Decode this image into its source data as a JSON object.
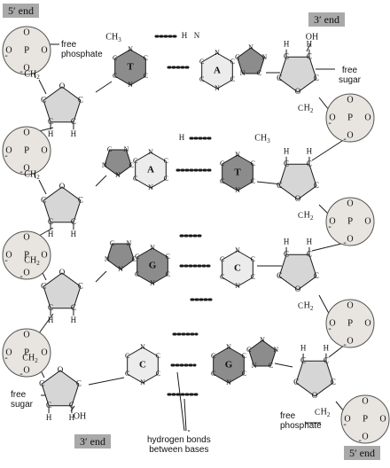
{
  "ends": {
    "top_left": "5′ end",
    "top_right": "3′ end",
    "bottom_left": "3′ end",
    "bottom_right": "5′ end"
  },
  "callouts": {
    "free_phosphate_top": "free\nphosphate",
    "free_sugar_top": "free\nsugar",
    "free_sugar_bottom": "free\nsugar",
    "free_phosphate_bottom": "free\nphosphate",
    "hydrogen_bonds": "hydrogen bonds\nbetween bases"
  },
  "atoms": {
    "P": "P",
    "O": "O",
    "H": "H",
    "N": "N",
    "C": "C",
    "CH2": "CH2",
    "CH3": "CH3",
    "OH": "OH",
    "minus": "-"
  },
  "base_pairs": [
    {
      "left": "T",
      "right": "A"
    },
    {
      "left": "A",
      "right": "T"
    },
    {
      "left": "G",
      "right": "C"
    },
    {
      "left": "C",
      "right": "G"
    }
  ],
  "colors": {
    "phosphate_circle": "#e8e4df",
    "sugar_fill": "#d6d6d6",
    "base_fill_dark": "#8c8c8c",
    "base_fill_light": "#ececec",
    "end_label_bg": "#a9a9a9",
    "line": "#1a1a1a"
  }
}
